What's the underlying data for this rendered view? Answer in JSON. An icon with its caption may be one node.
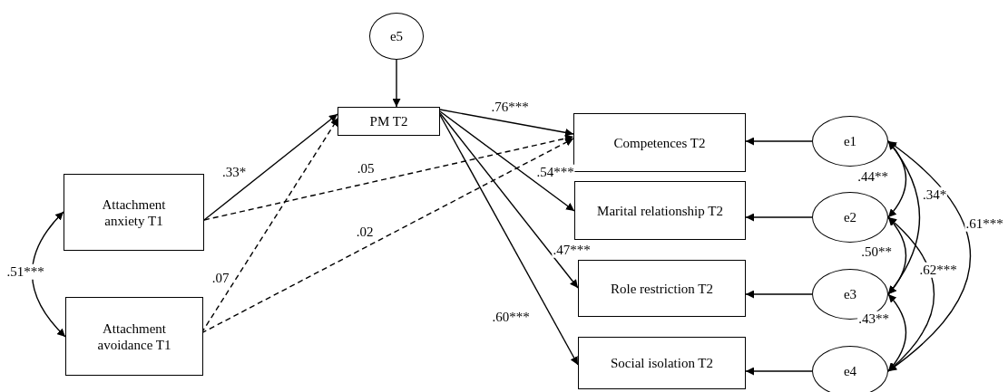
{
  "diagram": {
    "nodes": [
      {
        "text": [
          "e5"
        ]
      },
      {
        "text": [
          "PM  T2"
        ]
      },
      {
        "text": [
          "Attachment anxiety T1"
        ]
      },
      {
        "text": [
          "Attachment avoidance T1"
        ]
      },
      {
        "text": [
          "Competences T2"
        ]
      },
      {
        "text": [
          "Marital relationship T2"
        ]
      },
      {
        "text": [
          "Role restriction T2"
        ]
      },
      {
        "text": [
          "Social isolation T2"
        ]
      },
      {
        "text": [
          "e1"
        ]
      },
      {
        "text": [
          "e2"
        ]
      },
      {
        "text": [
          "e3"
        ]
      },
      {
        "text": [
          "e4"
        ]
      }
    ],
    "edges": [
      {
        "from": 0,
        "to": 1,
        "arrow": "to"
      },
      {
        "from": 2,
        "to": 1,
        "arrow": "to",
        "label": ".33*"
      },
      {
        "from": 3,
        "to": 1,
        "arrow": "to",
        "label": ".07",
        "style": "dashed"
      },
      {
        "from": 2,
        "to": 4,
        "arrow": "to",
        "label": ".05",
        "style": "dashed"
      },
      {
        "from": 3,
        "to": 4,
        "arrow": "to",
        "label": ".02",
        "style": "dashed"
      },
      {
        "from": 1,
        "to": 4,
        "arrow": "to",
        "label": ".76***"
      },
      {
        "from": 1,
        "to": 5,
        "arrow": "to",
        "label": ".54***"
      },
      {
        "from": 1,
        "to": 6,
        "arrow": "to",
        "label": ".47***"
      },
      {
        "from": 1,
        "to": 7,
        "arrow": "to",
        "label": ".60***"
      },
      {
        "from": 8,
        "to": 4,
        "arrow": "to"
      },
      {
        "from": 9,
        "to": 5,
        "arrow": "to"
      },
      {
        "from": 10,
        "to": 6,
        "arrow": "to"
      },
      {
        "from": 11,
        "to": 7,
        "arrow": "to"
      },
      {
        "from": 2,
        "to": 3,
        "arrow": "both",
        "label": ".51***"
      },
      {
        "from": 8,
        "to": 9,
        "arrow": "both",
        "label": ".44**"
      },
      {
        "from": 8,
        "to": 10,
        "arrow": "both",
        "label": ".34*"
      },
      {
        "from": 8,
        "to": 11,
        "arrow": "both",
        "label": ".61***"
      },
      {
        "from": 9,
        "to": 10,
        "arrow": "both",
        "label": ".50**"
      },
      {
        "from": 9,
        "to": 11,
        "arrow": "both",
        "label": ".62***"
      },
      {
        "from": 10,
        "to": 11,
        "arrow": "both",
        "label": ".43**"
      }
    ]
  }
}
